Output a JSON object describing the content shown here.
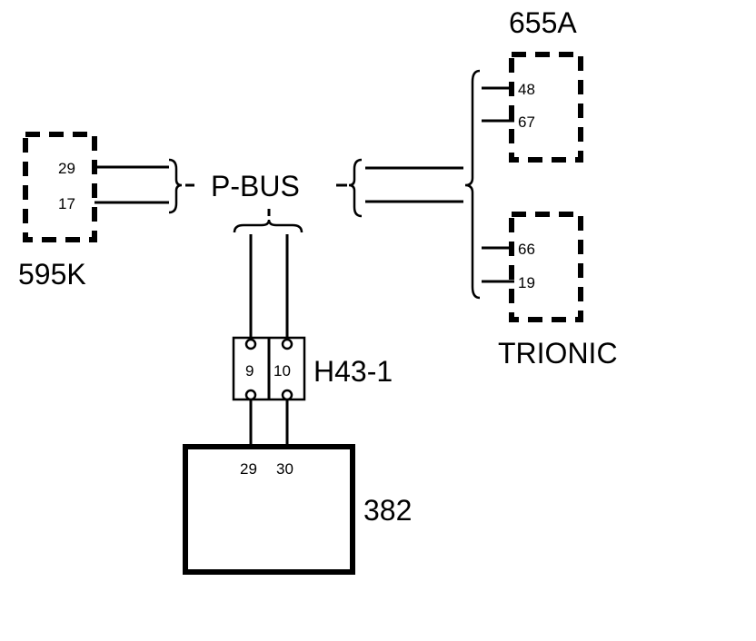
{
  "bus_label": "P-BUS",
  "modules": {
    "left": {
      "name": "595K",
      "pins": [
        "29",
        "17"
      ]
    },
    "top_right": {
      "name": "655A",
      "pins": [
        "48",
        "67"
      ]
    },
    "bottom_right": {
      "name": "TRIONIC",
      "pins": [
        "66",
        "19"
      ]
    },
    "ecu": {
      "name": "382",
      "pins": [
        "29",
        "30"
      ]
    }
  },
  "connector": {
    "name": "H43-1",
    "pins": [
      "9",
      "10"
    ]
  },
  "colors": {
    "line": "#000000",
    "background": "#ffffff"
  }
}
